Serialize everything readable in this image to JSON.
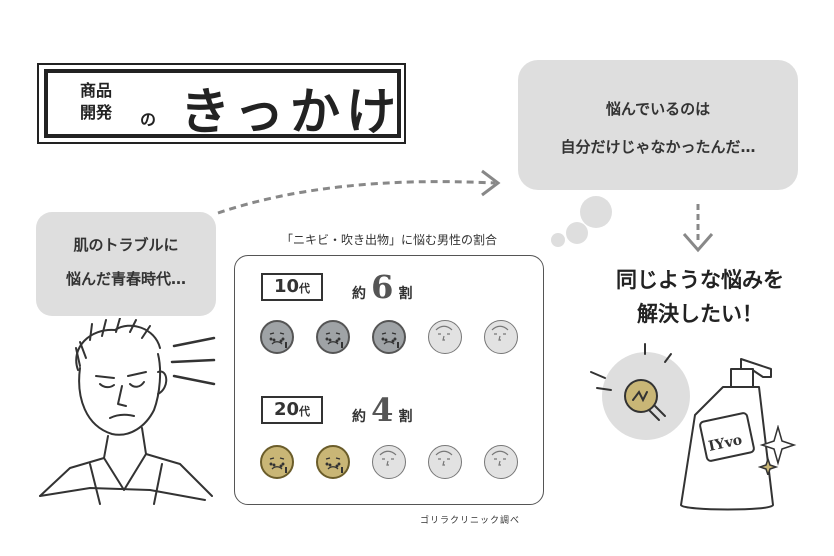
{
  "title": {
    "small_line1": "商品",
    "small_line2": "開発",
    "particle": "の",
    "main": "きっかけ"
  },
  "left_bubble": {
    "line1": "肌のトラブルに",
    "line2": "悩んだ青春時代…"
  },
  "right_bubble": {
    "line1": "悩んでいるのは",
    "line2": "自分だけじゃなかったんだ…"
  },
  "panel": {
    "caption": "「ニキビ・吹き出物」に悩む男性の割合",
    "rows": [
      {
        "age": "10",
        "unit": "代",
        "about": "約",
        "ratio": "6",
        "ratio_unit": "割",
        "affected": 3,
        "total": 5,
        "color": "gray"
      },
      {
        "age": "20",
        "unit": "代",
        "about": "約",
        "ratio": "4",
        "ratio_unit": "割",
        "affected": 2,
        "total": 5,
        "color": "gold"
      }
    ],
    "source": "ゴリラクリニック調べ"
  },
  "solution": {
    "line1": "同じような悩みを",
    "line2": "解決したい！"
  },
  "bottle_label": "IYvo",
  "colors": {
    "bubble": "#dedede",
    "gray_face": "#9fa3a6",
    "gold_face": "#c9b676",
    "ink": "#222222"
  }
}
